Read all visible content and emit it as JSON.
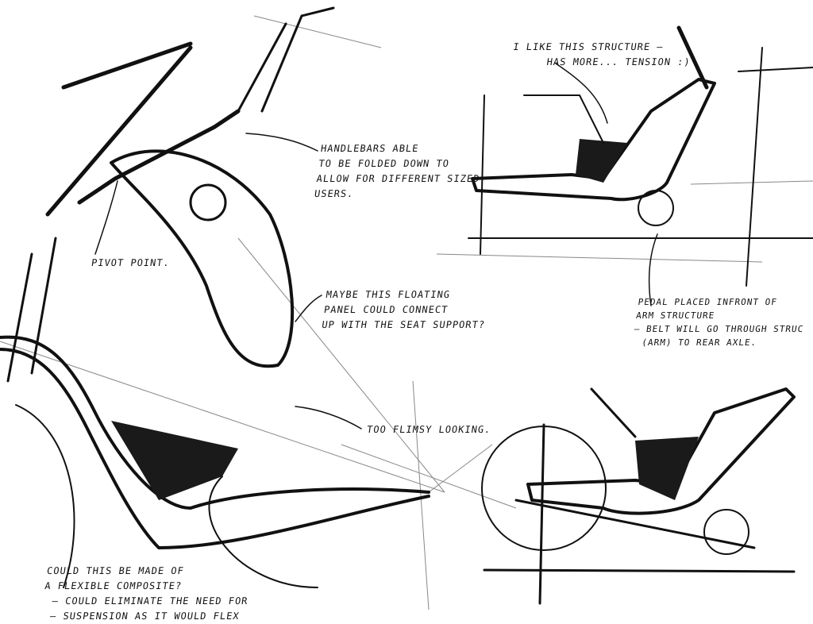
{
  "title": "Scooter seat and handlebar concept sketches",
  "annotations": {
    "handlebars": [
      "Handlebars able",
      "to be folded down to",
      "allow for different sized",
      "users."
    ],
    "pivot": "Pivot point.",
    "floating_panel": [
      "Maybe this floating",
      "panel could connect",
      "up with the seat support?"
    ],
    "flimsy": "Too flimsy looking.",
    "structure": [
      "I like this structure —",
      "has more... tension :)"
    ],
    "pedal": [
      "Pedal placed infront of",
      "arm structure",
      "– Belt will go through struc",
      "(arm) to rear axle."
    ],
    "composite": [
      "Could this be made of",
      "a flexible composite?",
      "– could eliminate the need for",
      "– suspension as it would flex"
    ]
  },
  "colors": {
    "ink": "#111111",
    "fill": "#1a1a1a",
    "paper": "#ffffff"
  }
}
